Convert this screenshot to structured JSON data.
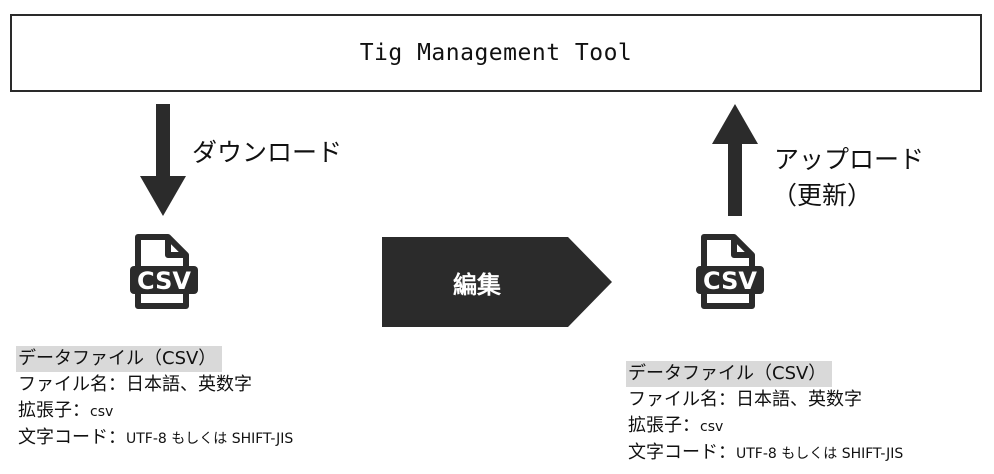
{
  "tool": {
    "title": "Tig Management Tool"
  },
  "download": {
    "label": "ダウンロード",
    "direction": "down"
  },
  "upload": {
    "label_line1": "アップロード",
    "label_line2": "（更新）",
    "direction": "up"
  },
  "csv_icon": {
    "icon": "csv-file-icon",
    "text": "CSV"
  },
  "edit": {
    "label": "編集"
  },
  "info_left": {
    "heading": "データファイル（CSV）",
    "name_label": "ファイル名：",
    "name_value": "日本語、英数字",
    "ext_label": "拡張子：",
    "ext_value": "csv",
    "enc_label": "文字コード：",
    "enc_value": "UTF-8 もしくは SHIFT-JIS"
  },
  "info_right": {
    "heading": "データファイル（CSV）",
    "name_label": "ファイル名：",
    "name_value": "日本語、英数字",
    "ext_label": "拡張子：",
    "ext_value": "csv",
    "enc_label": "文字コード：",
    "enc_value": "UTF-8 もしくは SHIFT-JIS"
  },
  "colors": {
    "dark": "#2b2b2b",
    "highlight": "#d9d9d9",
    "border": "#2a2a2a"
  }
}
